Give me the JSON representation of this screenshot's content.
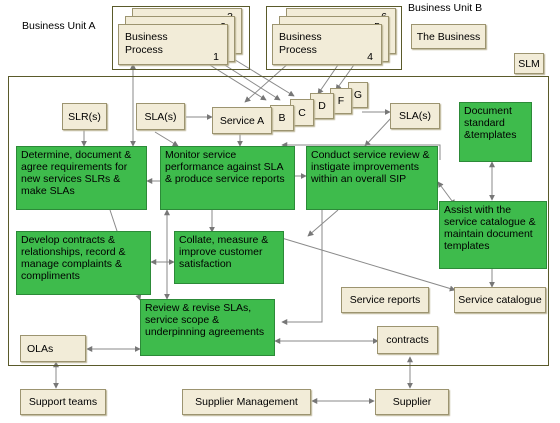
{
  "labels": {
    "bu_a": "Business Unit A",
    "bu_b": "Business Unit B",
    "the_business": "The Business",
    "slm": "SLM"
  },
  "process_a": {
    "line1": "Business",
    "line2": "Process",
    "n1": "1",
    "n2": "2",
    "n3": "3"
  },
  "process_b": {
    "line1": "Business",
    "line2": "Process",
    "n1": "4",
    "n2": "5",
    "n3": "6"
  },
  "services": {
    "a": "Service A",
    "b": "B",
    "c": "C",
    "d": "D",
    "f": "F",
    "g": "G"
  },
  "tan_boxes": {
    "slr": "SLR(s)",
    "sla_left": "SLA(s)",
    "sla_right": "SLA(s)",
    "service_reports": "Service reports",
    "service_catalogue": "Service catalogue",
    "contracts": "contracts",
    "olas": "OLAs",
    "support_teams": "Support teams",
    "supplier_management": "Supplier Management",
    "supplier": "Supplier"
  },
  "green_boxes": {
    "determine": "Determine, document & agree requirements for new services SLRs & make SLAs",
    "monitor": "Monitor service performance against SLA & produce service reports",
    "conduct": "Conduct service review & instigate improvements within an overall SIP",
    "document": "Document standard &templates",
    "develop": "Develop contracts & relationships, record & manage complaints & compliments",
    "collate": "Collate, measure & improve customer satisfaction",
    "assist": "Assist with the service catalogue & maintain document templates",
    "review": "Review & revise SLAs, service scope & underpinning agreements"
  },
  "colors": {
    "green": "#3ebb4c",
    "tan": "#f2ecd8",
    "frame": "#5a5a2a"
  }
}
